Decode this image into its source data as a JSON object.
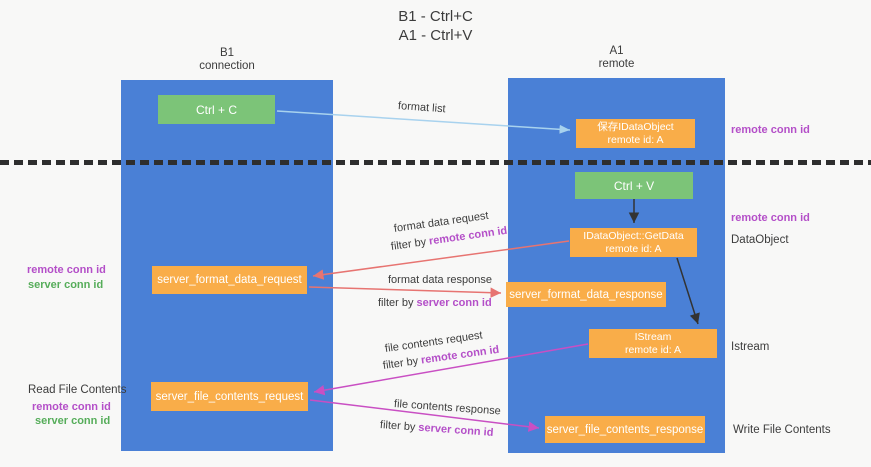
{
  "title": {
    "line1": "B1 - Ctrl+C",
    "line2": "A1 - Ctrl+V"
  },
  "lanes": {
    "left": {
      "title": "B1",
      "subtitle": "connection"
    },
    "right": {
      "title": "A1",
      "subtitle": "remote"
    }
  },
  "nodes": {
    "ctrl_c": {
      "label": "Ctrl + C"
    },
    "ctrl_v": {
      "label": "Ctrl + V"
    },
    "save_dataobject": {
      "line1": "保存IDataObject",
      "line2": "remote id: A"
    },
    "getdata": {
      "line1": "IDataObject::GetData",
      "line2": "remote id: A"
    },
    "istream": {
      "line1": "IStream",
      "line2": "remote id: A"
    },
    "format_request": {
      "label": "server_format_data_request"
    },
    "format_response": {
      "label": "server_format_data_response"
    },
    "file_request": {
      "label": "server_file_contents_request"
    },
    "file_response": {
      "label": "server_file_contents_response"
    }
  },
  "edge_labels": {
    "format_list": "format list",
    "format_data_request": "format data request",
    "format_data_response": "format data response",
    "file_contents_request": "file contents request",
    "file_contents_response": "file contents response",
    "filter_by": "filter by",
    "remote_conn_id": "remote conn id",
    "server_conn_id": "server conn id"
  },
  "side_labels": {
    "right_top_remote_conn": "remote conn id",
    "right_mid_remote_conn": "remote conn id",
    "dataobject": "DataObject",
    "istream": "Istream",
    "write_file": "Write File Contents",
    "left_remote_conn": "remote conn id",
    "left_server_conn": "server conn id",
    "read_file": "Read File Contents",
    "left_bottom_remote_conn": "remote conn id",
    "left_bottom_server_conn": "server conn id"
  },
  "colors": {
    "lane": "#4a80d6",
    "green_box": "#7cc478",
    "orange_box": "#f9ad49",
    "salmon_arrow": "#e77471",
    "magenta_arrow": "#c94fc3",
    "lightblue_arrow": "#a8d2ee",
    "black_arrow": "#333333",
    "purple_text": "#b44fc8",
    "green_text": "#56ad5a"
  }
}
